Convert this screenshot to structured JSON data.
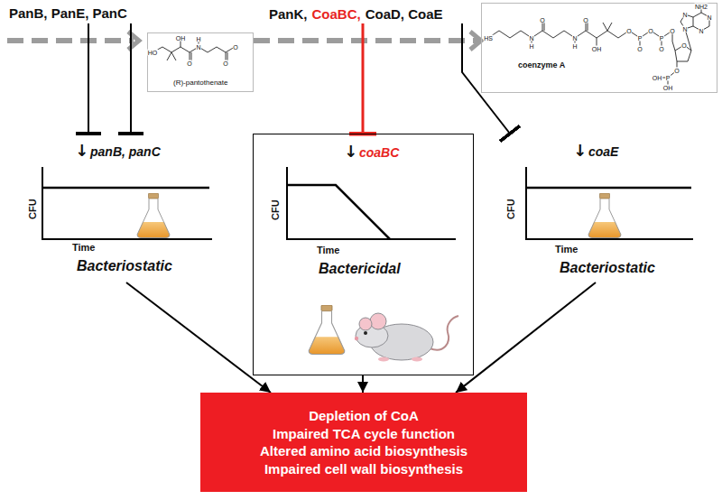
{
  "diagram": {
    "nodes": [
      {
        "text": [
          "PanB, PanE, PanC"
        ]
      },
      {
        "text": [
          "(R)-pantothenate"
        ]
      },
      {
        "text": [
          "PanK,",
          "CoaBC,",
          "CoaD, CoaE"
        ]
      },
      {
        "text": [
          "coenzyme A"
        ]
      },
      {
        "text": [
          "↓",
          "panB, panC",
          "CFU",
          "Time",
          "Bacteriostatic"
        ]
      },
      {
        "text": [
          "↓",
          "coaBC",
          "CFU",
          "Time",
          "Bactericidal"
        ]
      },
      {
        "text": [
          "↓",
          "coaE",
          "CFU",
          "Time",
          "Bacteriostatic"
        ]
      },
      {
        "text": [
          "Depletion of CoA",
          "Impaired TCA cycle function",
          "Altered amino acid biosynthesis",
          "Impaired cell wall biosynthesis"
        ]
      }
    ],
    "edges": [
      {
        "from": 1,
        "to": 3,
        "arrow": "to"
      },
      {
        "from": 0,
        "to": 4,
        "arrow": "to"
      },
      {
        "from": 0,
        "to": 4,
        "arrow": "to"
      },
      {
        "from": 2,
        "to": 5,
        "arrow": "to"
      },
      {
        "from": 2,
        "to": 6,
        "arrow": "to"
      },
      {
        "from": 4,
        "to": 7,
        "arrow": "to"
      },
      {
        "from": 5,
        "to": 7,
        "arrow": "to"
      },
      {
        "from": 6,
        "to": 7,
        "arrow": "to"
      }
    ],
    "labels": [
      "HO",
      "OH",
      "O",
      "N",
      "H",
      "O",
      "O",
      "HS",
      "N",
      "H",
      "O",
      "N",
      "H",
      "O",
      "OH",
      "O",
      "P",
      "O",
      "O",
      "P",
      "O",
      "O",
      "NH2",
      "N",
      "N",
      "N",
      "N",
      "O",
      "O",
      "P",
      "OH",
      "OH"
    ]
  }
}
